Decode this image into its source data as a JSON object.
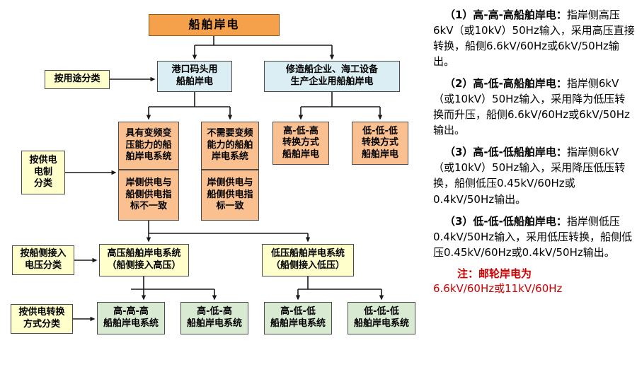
{
  "diagram": {
    "root": "船舶岸电",
    "category_labels": {
      "use": "按用途分类",
      "supply": "按供电\n电制\n分类",
      "voltage": "按船侧接入\n电压分类",
      "conversion": "按供电转换\n方式分类"
    },
    "level1": {
      "port": "港口码头用\n船舶岸电",
      "shipyard": "修造船企业、海工设备\n生产企业用船舶岸电"
    },
    "level2": {
      "vfd_capable": "具有变频变\n压能力的船\n舶岸电系统",
      "vfd_not_needed": "不需要变频\n能力的船舶\n岸电系统",
      "high_low_high": "高-低-高\n转换方式\n船舶岸电",
      "low_low_low": "低-低-低\n转换方式\n船舶岸电",
      "mismatch": "岸侧供电与\n船侧供电指\n标不一致",
      "match": "岸侧供电与\n船侧供电指\n标一致"
    },
    "level3": {
      "high_voltage": "高压船舶岸电系统\n（船侧接入高压）",
      "low_voltage": "低压船舶岸电系统\n（船侧接入低压）"
    },
    "level4": {
      "hhh": "高-高-高\n船舶岸电系统",
      "hlh": "高-低-高\n船舶岸电系统",
      "hll": "高-低-低\n船舶岸电系统",
      "lll": "低-低-低\n船舶岸电系统"
    }
  },
  "notes": {
    "items": [
      {
        "title": "（1）高-高-高船舶岸电：",
        "body": "指岸侧高压6kV（或10kV）50Hz输入，采用高压直接转换，船侧6.6kV/60Hz或6kV/50Hz输出。"
      },
      {
        "title": "（2）高-低-高船舶岸电：",
        "body": "指岸侧6kV（或10kV）50Hz输入，采用降为低压转换而升压，船侧6.6kV/60Hz或6kV/50Hz输出。"
      },
      {
        "title": "（3）高-低-低船舶岸电：",
        "body": "指岸侧6kV（或10kV）50Hz输入，采用降压低压转换，船侧低压0.45kV/60Hz或0.4kV/50Hz输出。"
      },
      {
        "title": "（3）低-低-低船舶岸电：",
        "body": "指岸侧低压0.4kV/50Hz输入，采用低压转换，船侧低压0.45kV/60Hz或0.4kV/50Hz输出。"
      }
    ],
    "footnote_line1": "注：邮轮岸电为",
    "footnote_line2": "6.6kV/60Hz或11kV/60Hz"
  },
  "colors": {
    "root_orange": "#F5A04A",
    "light_orange": "#FAC090",
    "light_blue": "#DAEEF3",
    "light_yellow": "#FFFFCC",
    "light_green": "#D9EAD3",
    "note_red": "#CC0000"
  }
}
